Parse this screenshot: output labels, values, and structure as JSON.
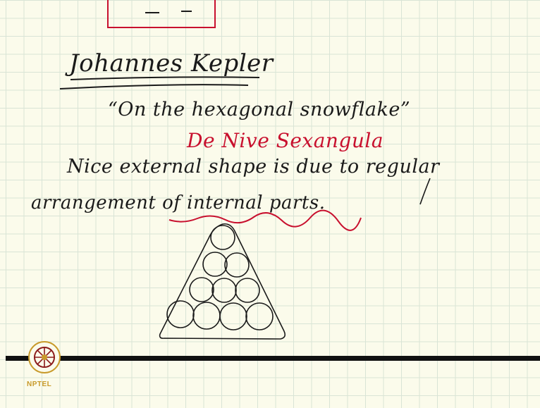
{
  "notes": {
    "heading": "Johannes Kepler",
    "quote": "“On the hexagonal snowflake”",
    "latin_title": "De Nive Sexangula",
    "line1": "Nice external shape is due to regular",
    "line2": "arrangement of internal parts."
  },
  "colors": {
    "ink": "#1a1a1a",
    "red_ink": "#c8102e",
    "paper": "#fbfbeb",
    "grid": "#d9e4d6",
    "logo_gold": "#c89a2a"
  },
  "logo": {
    "label": "NPTEL",
    "icon": "nptel-emblem-icon"
  },
  "diagram": {
    "description_icon": "triangle-packed-circles-icon",
    "rows": [
      1,
      2,
      3,
      4
    ]
  }
}
